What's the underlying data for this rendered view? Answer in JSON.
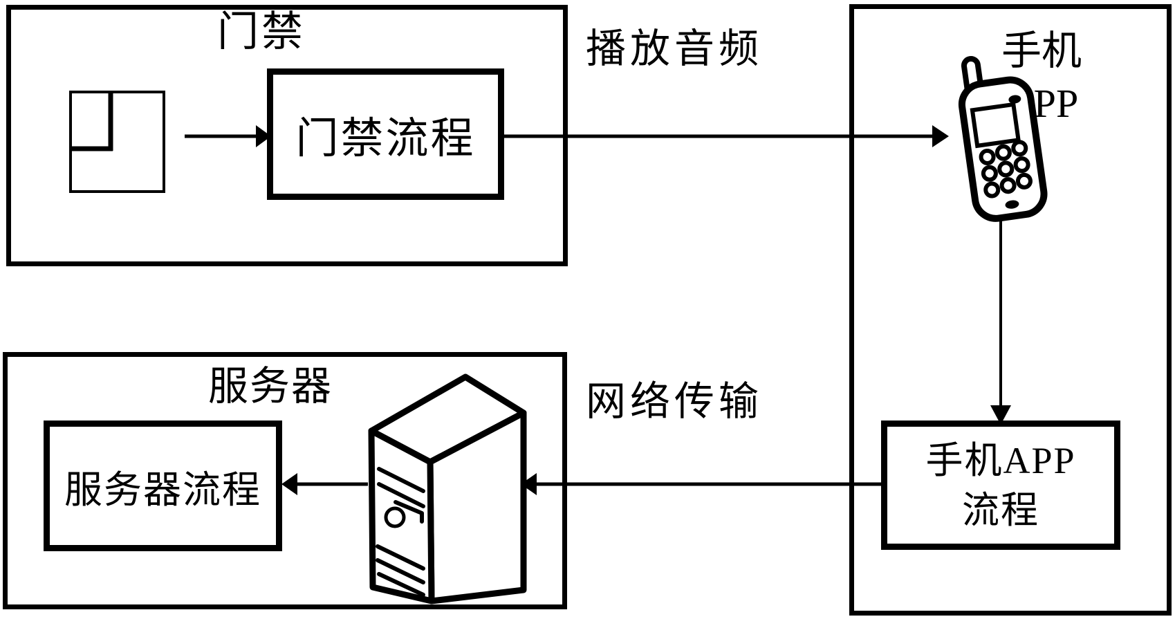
{
  "figure": {
    "background_color": "#ffffff",
    "line_color": "#000000"
  },
  "access_section": {
    "title": "门禁",
    "process_label": "门禁流程",
    "icon_name": "door-access-icon"
  },
  "phone_section": {
    "title_line1": "手机",
    "title_line2": "APP",
    "process_label_line1": "手机APP",
    "process_label_line2": "流程",
    "icon_name": "mobile-phone-icon"
  },
  "server_section": {
    "title": "服务器",
    "process_label": "服务器流程",
    "icon_name": "server-tower-icon"
  },
  "connections": {
    "audio_arrow_label": "播放音频",
    "network_arrow_label": "网络传输"
  }
}
